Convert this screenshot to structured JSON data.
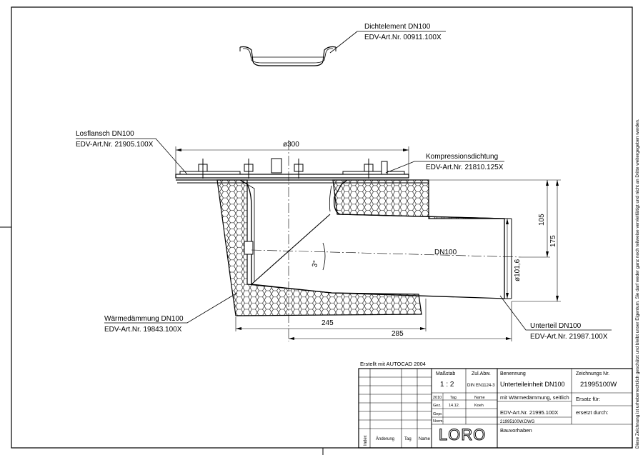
{
  "callouts": {
    "dichtelement_name": "Dichtelement DN100",
    "dichtelement_art": "EDV-Art.Nr. 00911.100X",
    "losflansch_name": "Losflansch DN100",
    "losflansch_art": "EDV-Art.Nr. 21905.100X",
    "kompression_name": "Kompressionsdichtung",
    "kompression_art": "EDV-Art.Nr. 21810.125X",
    "waerme_name": "Wärmedämmung DN100",
    "waerme_art": "EDV-Art.Nr. 19843.100X",
    "unterteil_name": "Unterteil DN100",
    "unterteil_art": "EDV-Art.Nr. 21987.100X"
  },
  "dimensions": {
    "d300": "ø300",
    "dn100": "DN100",
    "angle": "3°",
    "d101": "ø101,6",
    "h105": "105",
    "h175": "175",
    "w245": "245",
    "w285": "285"
  },
  "titleblock": {
    "created": "Erstellt mit AUTOCAD 2004",
    "massstab_label": "Maßstab",
    "massstab_value": "1 : 2",
    "zul_label": "Zul.Abw.",
    "zul_value": "DIN EN1124-3",
    "benennung_label": "Benennung",
    "benennung_value": "Unterteileinheit DN100",
    "zeichnungs_label": "Zeichnungs Nr.",
    "zeichnungs_value": "21995100W",
    "year": "2010",
    "tag_label": "Tag",
    "name_label": "Name",
    "gez_label": "Gez.",
    "gez_date": "14.12.",
    "gez_name": "Koeh",
    "gepr_label": "Gepr.",
    "norm_label": "Norm.",
    "subtitle": "mit Wärmedämmung, seitlich",
    "edv": "EDV-Art.Nr. 21995.100X",
    "dwg": "21995100W.DWG",
    "ersatz_fuer": "Ersatz für:",
    "ersetzt_durch": "ersetzt durch:",
    "bauvorhaben": "Bauvorhaben",
    "rev_index": "Index",
    "rev_aenderung": "Änderung",
    "rev_tag": "Tag",
    "rev_name": "Name",
    "logo": "LORO"
  },
  "copyright": "Diese Zeichnung ist urheberrechtlich geschützt und bleibt unser Eigentum. Sie darf weder ganz noch teilweise vervielfältigt und nicht an Dritte weitergegeben werden."
}
